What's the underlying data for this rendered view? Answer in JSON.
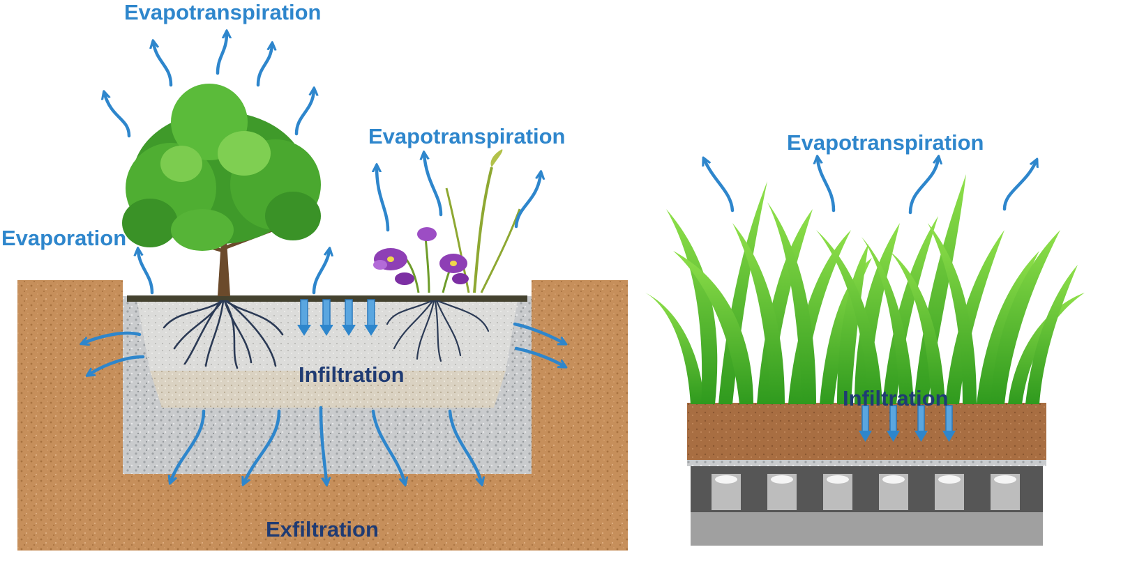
{
  "labels": {
    "left_evapotranspiration_top": "Evapotranspiration",
    "left_evapotranspiration_mid": "Evapotranspiration",
    "evaporation": "Evaporation",
    "left_infiltration": "Infiltration",
    "exfiltration": "Exfiltration",
    "right_evapotranspiration": "Evapotranspiration",
    "right_infiltration": "Infiltration"
  },
  "colors": {
    "arrow_blue": "#2e86cc",
    "label_light_blue": "#2e86cc",
    "label_dark_blue": "#1f3b73",
    "soil_brown": "#c8925e",
    "gravel_gray": "#c6c9cc",
    "grass_green": "#5cc232",
    "tree_green": "#3f9a2a",
    "flower_purple": "#8e3fb5"
  },
  "icons": {
    "tree": "tree-icon",
    "flowers": "flower-icon",
    "grass": "grass-icon",
    "arrow_up": "curved-arrow-up-icon",
    "arrow_down": "arrow-down-icon"
  }
}
